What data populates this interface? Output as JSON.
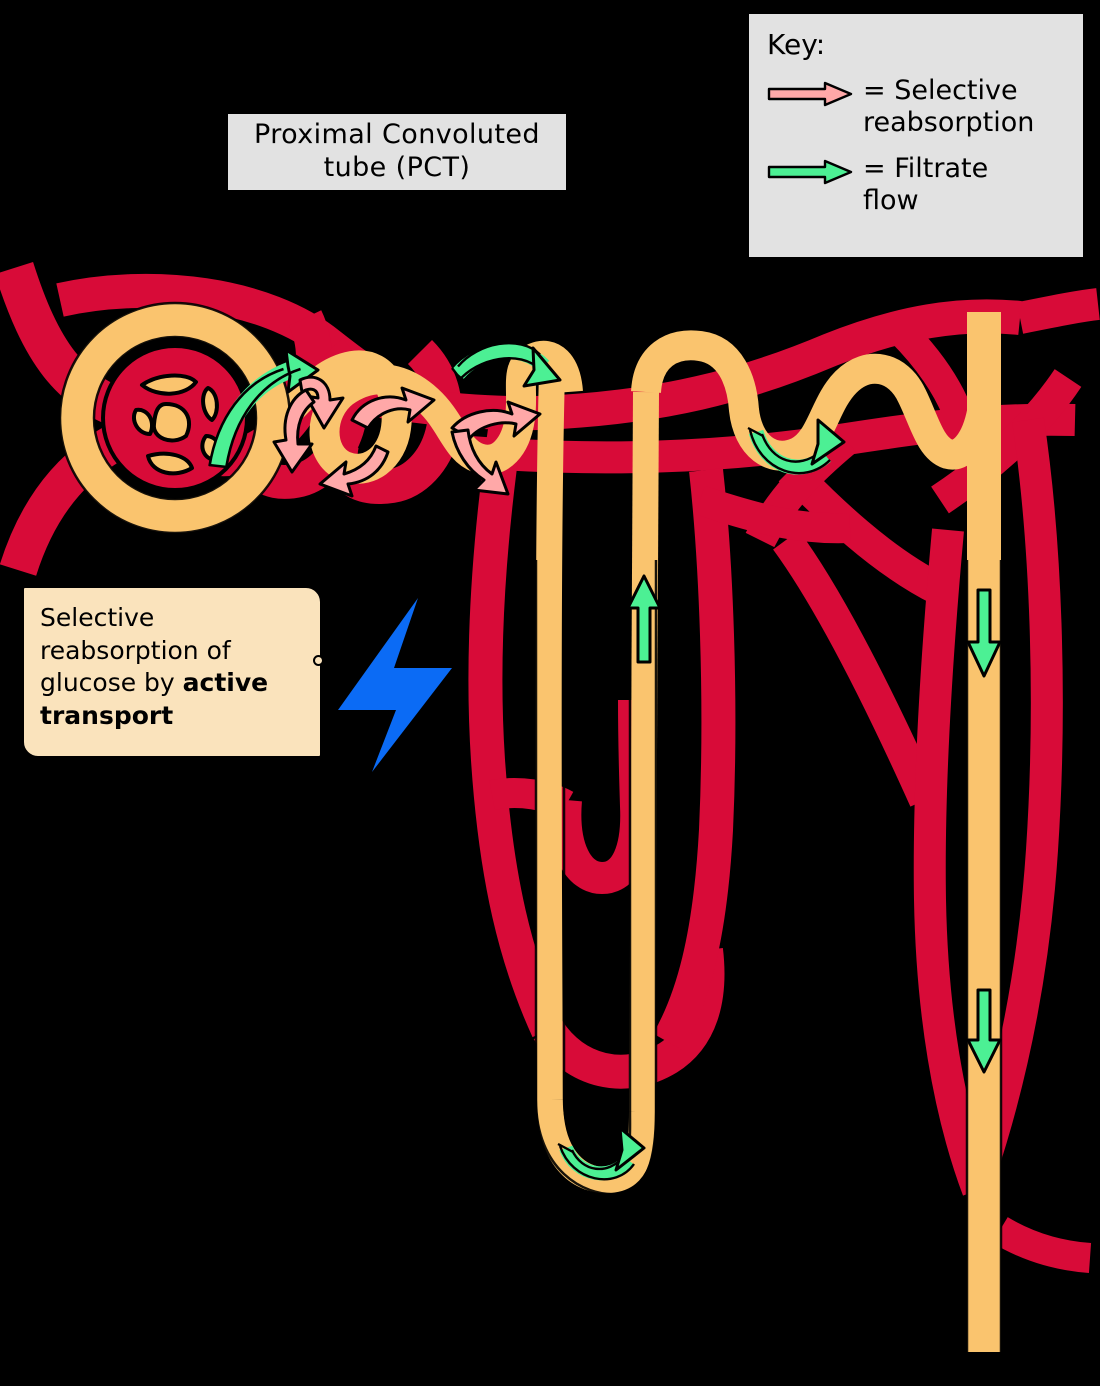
{
  "diagram": {
    "subject": "nephron",
    "background_color": "#000000"
  },
  "title_label": {
    "line1": "Proximal Convoluted",
    "line2": "tube (PCT)",
    "background": "#E2E2E2",
    "border": "#000000"
  },
  "key": {
    "heading": "Key:",
    "background": "#E2E2E2",
    "entries": [
      {
        "icon": "right-arrow",
        "color": "#FFA8A8",
        "text_line1": "= Selective",
        "text_line2": "reabsorption"
      },
      {
        "icon": "right-arrow",
        "color": "#4CF094",
        "text_line1": "= Filtrate",
        "text_line2": "flow"
      }
    ]
  },
  "callout": {
    "line1": "Selective",
    "line2": "reabsorption of",
    "line3_normal": "glucose by ",
    "line3_bold": "active",
    "line4_bold": "transport",
    "background": "#FAE3BC"
  },
  "colors": {
    "tubule": "#FAC46E",
    "tubule_outline": "#000000",
    "blood_vessel": "#D80B38",
    "filtrate_arrow": "#4CF094",
    "reabsorption_arrow": "#FFA8A8",
    "energy_bolt": "#0B6BF5",
    "label_panel": "#E2E2E2",
    "callout_panel": "#FAE3BC"
  },
  "structures": [
    {
      "name": "glomerulus",
      "type": "capillary-tuft"
    },
    {
      "name": "bowmans-capsule",
      "type": "tubule-ring"
    },
    {
      "name": "afferent-arteriole",
      "type": "blood-vessel"
    },
    {
      "name": "efferent-arteriole",
      "type": "blood-vessel"
    },
    {
      "name": "proximal-convoluted-tubule",
      "type": "tubule"
    },
    {
      "name": "loop-of-henle-descending-limb",
      "type": "tubule"
    },
    {
      "name": "loop-of-henle-ascending-limb",
      "type": "tubule"
    },
    {
      "name": "distal-convoluted-tubule",
      "type": "tubule"
    },
    {
      "name": "collecting-duct",
      "type": "tubule"
    },
    {
      "name": "peritubular-capillaries",
      "type": "blood-vessel"
    },
    {
      "name": "vasa-recta",
      "type": "blood-vessel"
    }
  ],
  "flow_arrows": [
    {
      "name": "filtrate-into-pct",
      "type": "filtrate",
      "shape": "curved-up-right"
    },
    {
      "name": "filtrate-pct-crest",
      "type": "filtrate",
      "shape": "curved-over-crest"
    },
    {
      "name": "filtrate-dct-valley",
      "type": "filtrate",
      "shape": "curved-through-valley"
    },
    {
      "name": "filtrate-ascending-limb",
      "type": "filtrate",
      "shape": "straight-up"
    },
    {
      "name": "filtrate-loop-bottom",
      "type": "filtrate",
      "shape": "u-turn"
    },
    {
      "name": "filtrate-collecting-duct-upper",
      "type": "filtrate",
      "shape": "straight-down"
    },
    {
      "name": "filtrate-collecting-duct-lower",
      "type": "filtrate",
      "shape": "straight-down"
    },
    {
      "name": "reabsorption-1",
      "type": "reabsorption",
      "shape": "curved"
    },
    {
      "name": "reabsorption-2",
      "type": "reabsorption",
      "shape": "curved"
    },
    {
      "name": "reabsorption-3",
      "type": "reabsorption",
      "shape": "curved"
    },
    {
      "name": "reabsorption-4",
      "type": "reabsorption",
      "shape": "curved"
    },
    {
      "name": "reabsorption-5",
      "type": "reabsorption",
      "shape": "curved"
    },
    {
      "name": "reabsorption-6",
      "type": "reabsorption",
      "shape": "curved"
    }
  ],
  "energy_symbol": {
    "name": "lightning-bolt",
    "color": "#0B6BF5"
  }
}
